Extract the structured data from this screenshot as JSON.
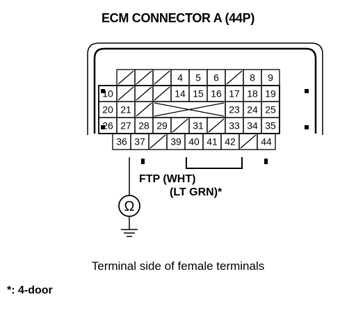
{
  "title": "ECM CONNECTOR A (44P)",
  "connector": {
    "rows": [
      [
        "/",
        "/",
        "/",
        "4",
        "5",
        "6",
        "/",
        "8",
        "9"
      ],
      [
        "10",
        "/",
        "/",
        "/",
        "14",
        "15",
        "16",
        "17",
        "18",
        "19"
      ],
      [
        "20",
        "21",
        "/",
        "X",
        "X",
        "X",
        "X",
        "23",
        "24",
        "25"
      ],
      [
        "26",
        "27",
        "28",
        "29",
        "/",
        "31",
        "/",
        "33",
        "34",
        "35"
      ],
      [
        "36",
        "37",
        "/",
        "39",
        "40",
        "41",
        "42",
        "/",
        "44"
      ]
    ]
  },
  "wire_label_1": "FTP (WHT)",
  "wire_label_2": "(LT GRN)*",
  "meter_symbol": "Ω",
  "caption": "Terminal side of female terminals",
  "footnote": "*: 4-door"
}
